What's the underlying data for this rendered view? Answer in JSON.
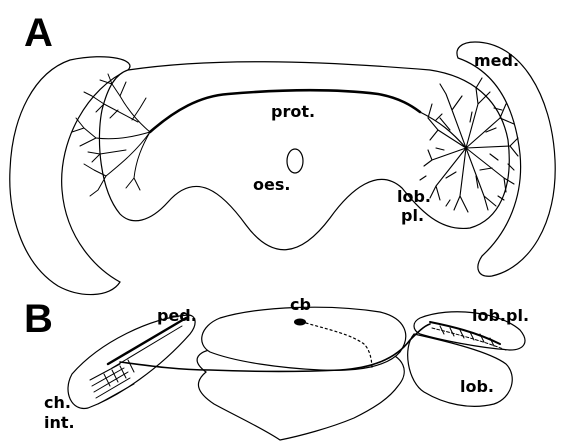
{
  "panel_a": {
    "letter": "A",
    "labels": {
      "prot": "prot.",
      "oes": "oes.",
      "med": "med.",
      "lob_pl_line1": "lob.",
      "lob_pl_line2": "pl."
    }
  },
  "panel_b": {
    "letter": "B",
    "labels": {
      "ped": "ped.",
      "cb": "cb",
      "lob_pl": "lob.pl.",
      "lob": "lob.",
      "ch_line1": "ch.",
      "ch_line2": "int."
    }
  }
}
